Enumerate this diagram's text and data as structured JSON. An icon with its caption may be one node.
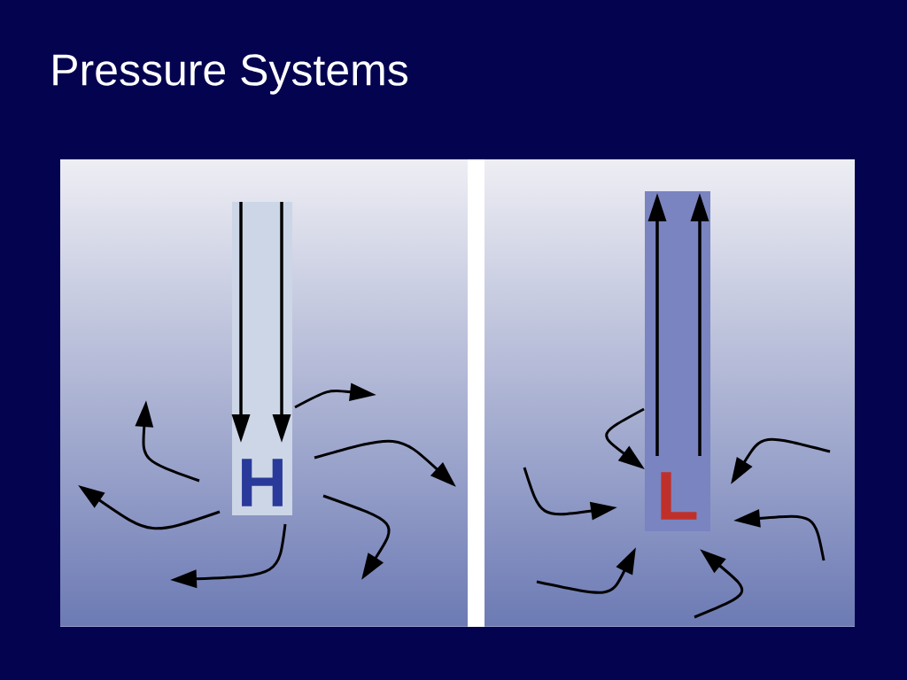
{
  "diagram": {
    "title": "Pressure Systems",
    "nodes": [
      {
        "text": [
          "H"
        ]
      },
      {
        "text": [
          "L"
        ]
      }
    ]
  }
}
